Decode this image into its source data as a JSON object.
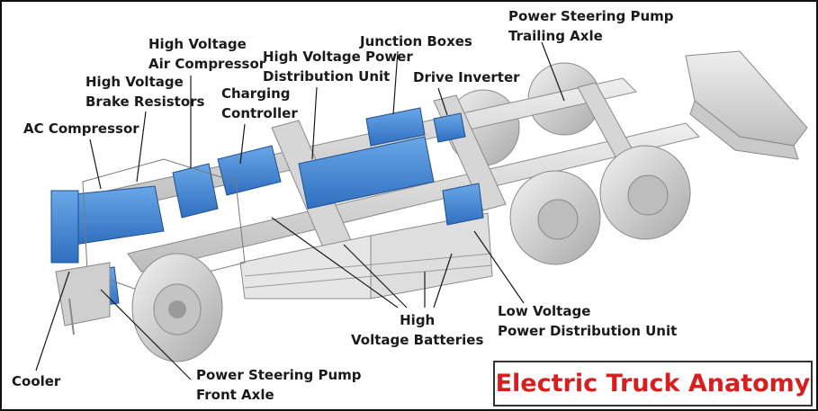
{
  "title": "Electric Truck Anatomy",
  "colors": {
    "title": "#d81e1e",
    "component_blue": "#3f86d6",
    "chassis_gray": "#d9d9d9",
    "leader_line": "#1a1a1a",
    "label_text": "#1a1a1a"
  },
  "labels": {
    "ac_compressor": {
      "lines": [
        "AC Compressor"
      ]
    },
    "brake_resistors": {
      "lines": [
        "High Voltage",
        "Brake Resistors"
      ]
    },
    "air_compressor": {
      "lines": [
        "High Voltage",
        "Air Compressor"
      ]
    },
    "charging_controller": {
      "lines": [
        "Charging",
        "Controller"
      ]
    },
    "pdu_hv": {
      "lines": [
        "High Voltage Power",
        "Distribution Unit"
      ]
    },
    "junction_boxes": {
      "lines": [
        "Junction Boxes"
      ]
    },
    "drive_inverter": {
      "lines": [
        "Drive Inverter"
      ]
    },
    "steering_trailing": {
      "lines": [
        "Power Steering Pump",
        "Trailing Axle"
      ]
    },
    "hv_batteries": {
      "lines": [
        "High",
        "Voltage Batteries"
      ]
    },
    "lv_pdu": {
      "lines": [
        "Low Voltage",
        "Power Distribution Unit"
      ]
    },
    "cooler": {
      "lines": [
        "Cooler"
      ]
    },
    "steering_front": {
      "lines": [
        "Power Steering Pump",
        "Front Axle"
      ]
    }
  }
}
